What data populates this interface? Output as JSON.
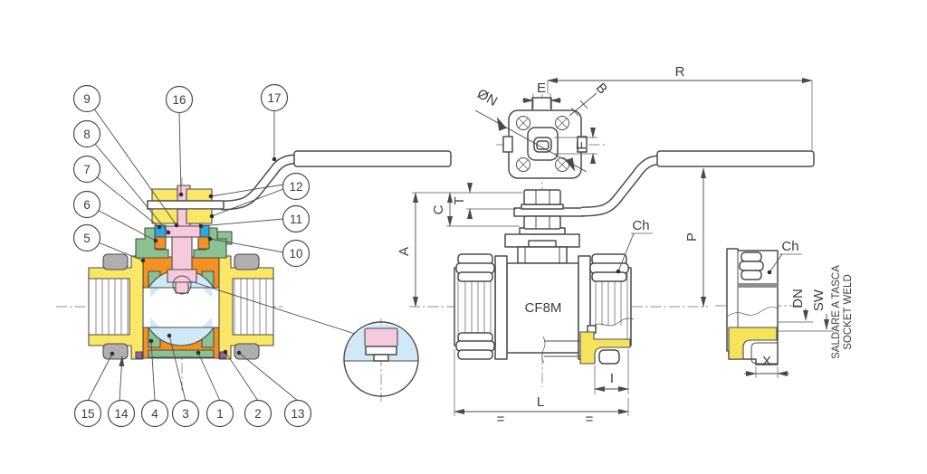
{
  "drawing_type": "ball-valve-technical-drawing",
  "balloons": {
    "b1": "1",
    "b2": "2",
    "b3": "3",
    "b4": "4",
    "b5": "5",
    "b6": "6",
    "b7": "7",
    "b8": "8",
    "b9": "9",
    "b10": "10",
    "b11": "11",
    "b12": "12",
    "b13": "13",
    "b14": "14",
    "b15": "15",
    "b16": "16",
    "b17": "17"
  },
  "dims": {
    "r": "R",
    "e": "E",
    "b": "B",
    "n": "ØN",
    "f": "F",
    "a": "A",
    "c": "C",
    "t": "T",
    "p": "P",
    "ch": "Ch",
    "i": "I",
    "l": "L",
    "x": "X",
    "dn": "DN",
    "sw": "SW",
    "eq": "="
  },
  "material_label": "CF8M",
  "notes": {
    "italian": "SALDARE A TASCA",
    "english": "SOCKET WELD"
  },
  "colors": {
    "outline": "#4b4b4b",
    "body_yellow": "#FAE767",
    "highlight_yellow": "#F6E35C",
    "orange": "#F59122",
    "green": "#8CC191",
    "pink": "#F6C9DC",
    "ball_blue": "#CFE9F7",
    "washer_blue": "#2FA7DC",
    "purple": "#9C5FA5",
    "nut_gray": "#AFAFAF",
    "band_gray": "#8E8E8E"
  }
}
